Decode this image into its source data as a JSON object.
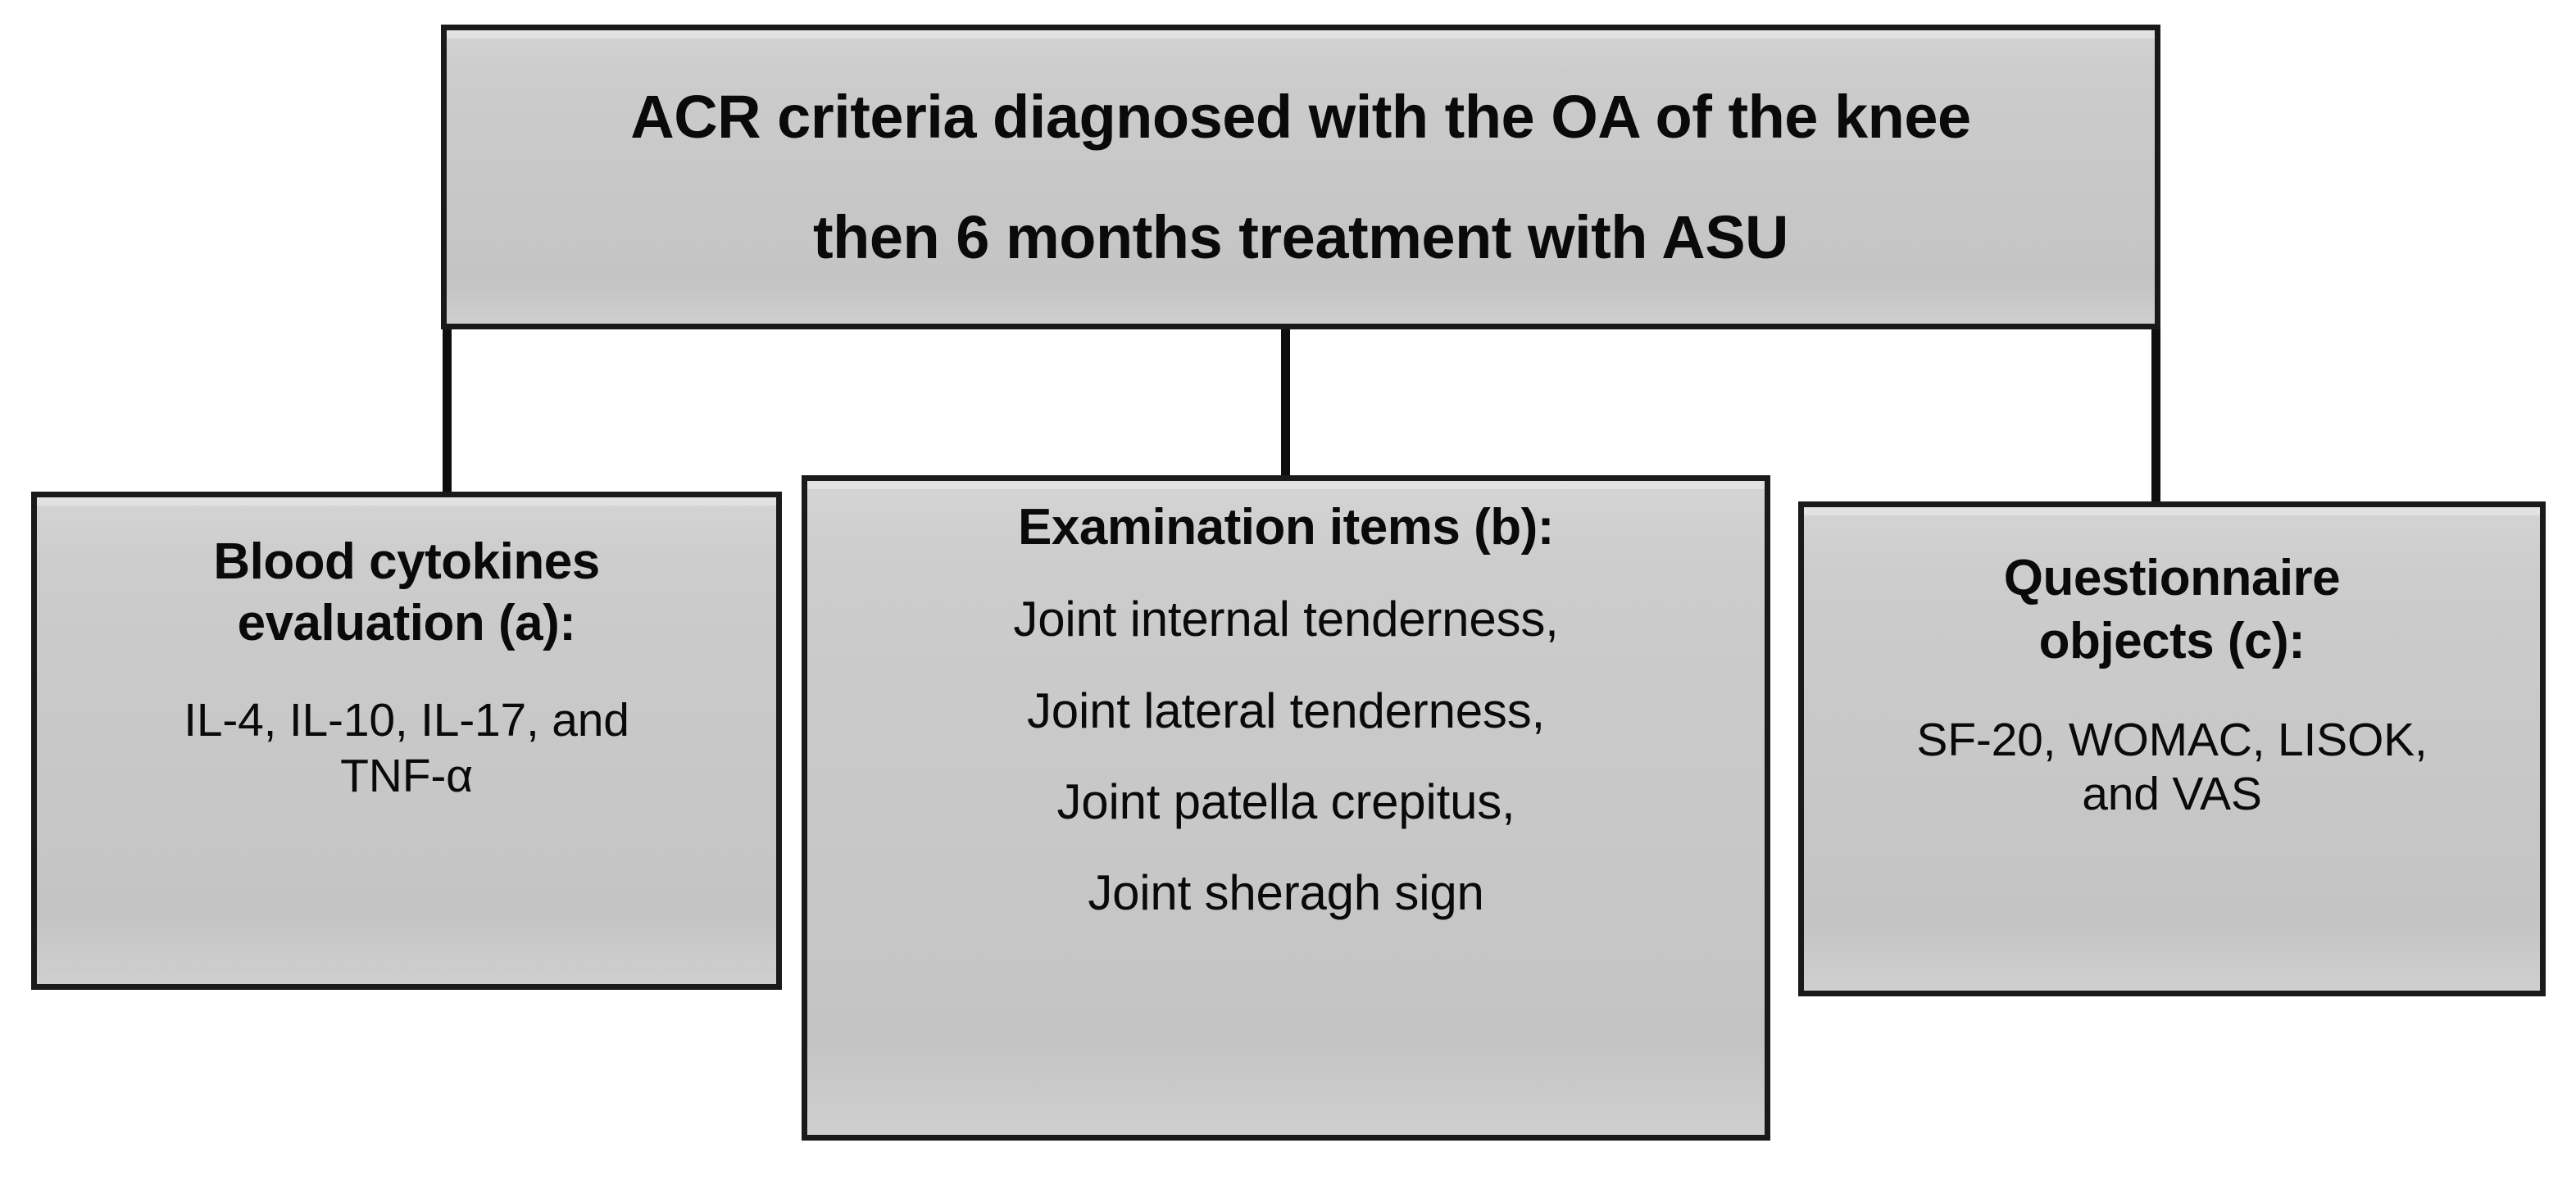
{
  "diagram": {
    "type": "flowchart",
    "orientation": "top-down",
    "colors": {
      "box_fill": "#c8c8c8",
      "box_border": "#1a1a1a",
      "connector": "#0d0d0d",
      "text": "#0a0a0a",
      "background": "#ffffff"
    },
    "root": {
      "id": "root",
      "title_lines": [
        "ACR criteria diagnosed with the OA of the knee",
        "then 6 months treatment with ASU"
      ]
    },
    "branches": [
      {
        "id": "a",
        "label": "a",
        "heading_lines": [
          "Blood cytokines",
          "evaluation (a):"
        ],
        "items": [
          "IL-4, IL-10, IL-17, and",
          "TNF-α"
        ]
      },
      {
        "id": "b",
        "label": "b",
        "heading_lines": [
          "Examination items (b):"
        ],
        "items": [
          "Joint internal tenderness,",
          "Joint lateral tenderness,",
          "Joint patella crepitus,",
          "Joint sheragh sign"
        ]
      },
      {
        "id": "c",
        "label": "c",
        "heading_lines": [
          "Questionnaire",
          "objects (c):"
        ],
        "items": [
          "SF-20, WOMAC,  LISOK,",
          "and VAS"
        ]
      }
    ],
    "connectors": [
      {
        "from": "root",
        "to": "a"
      },
      {
        "from": "root",
        "to": "b"
      },
      {
        "from": "root",
        "to": "c"
      }
    ]
  }
}
